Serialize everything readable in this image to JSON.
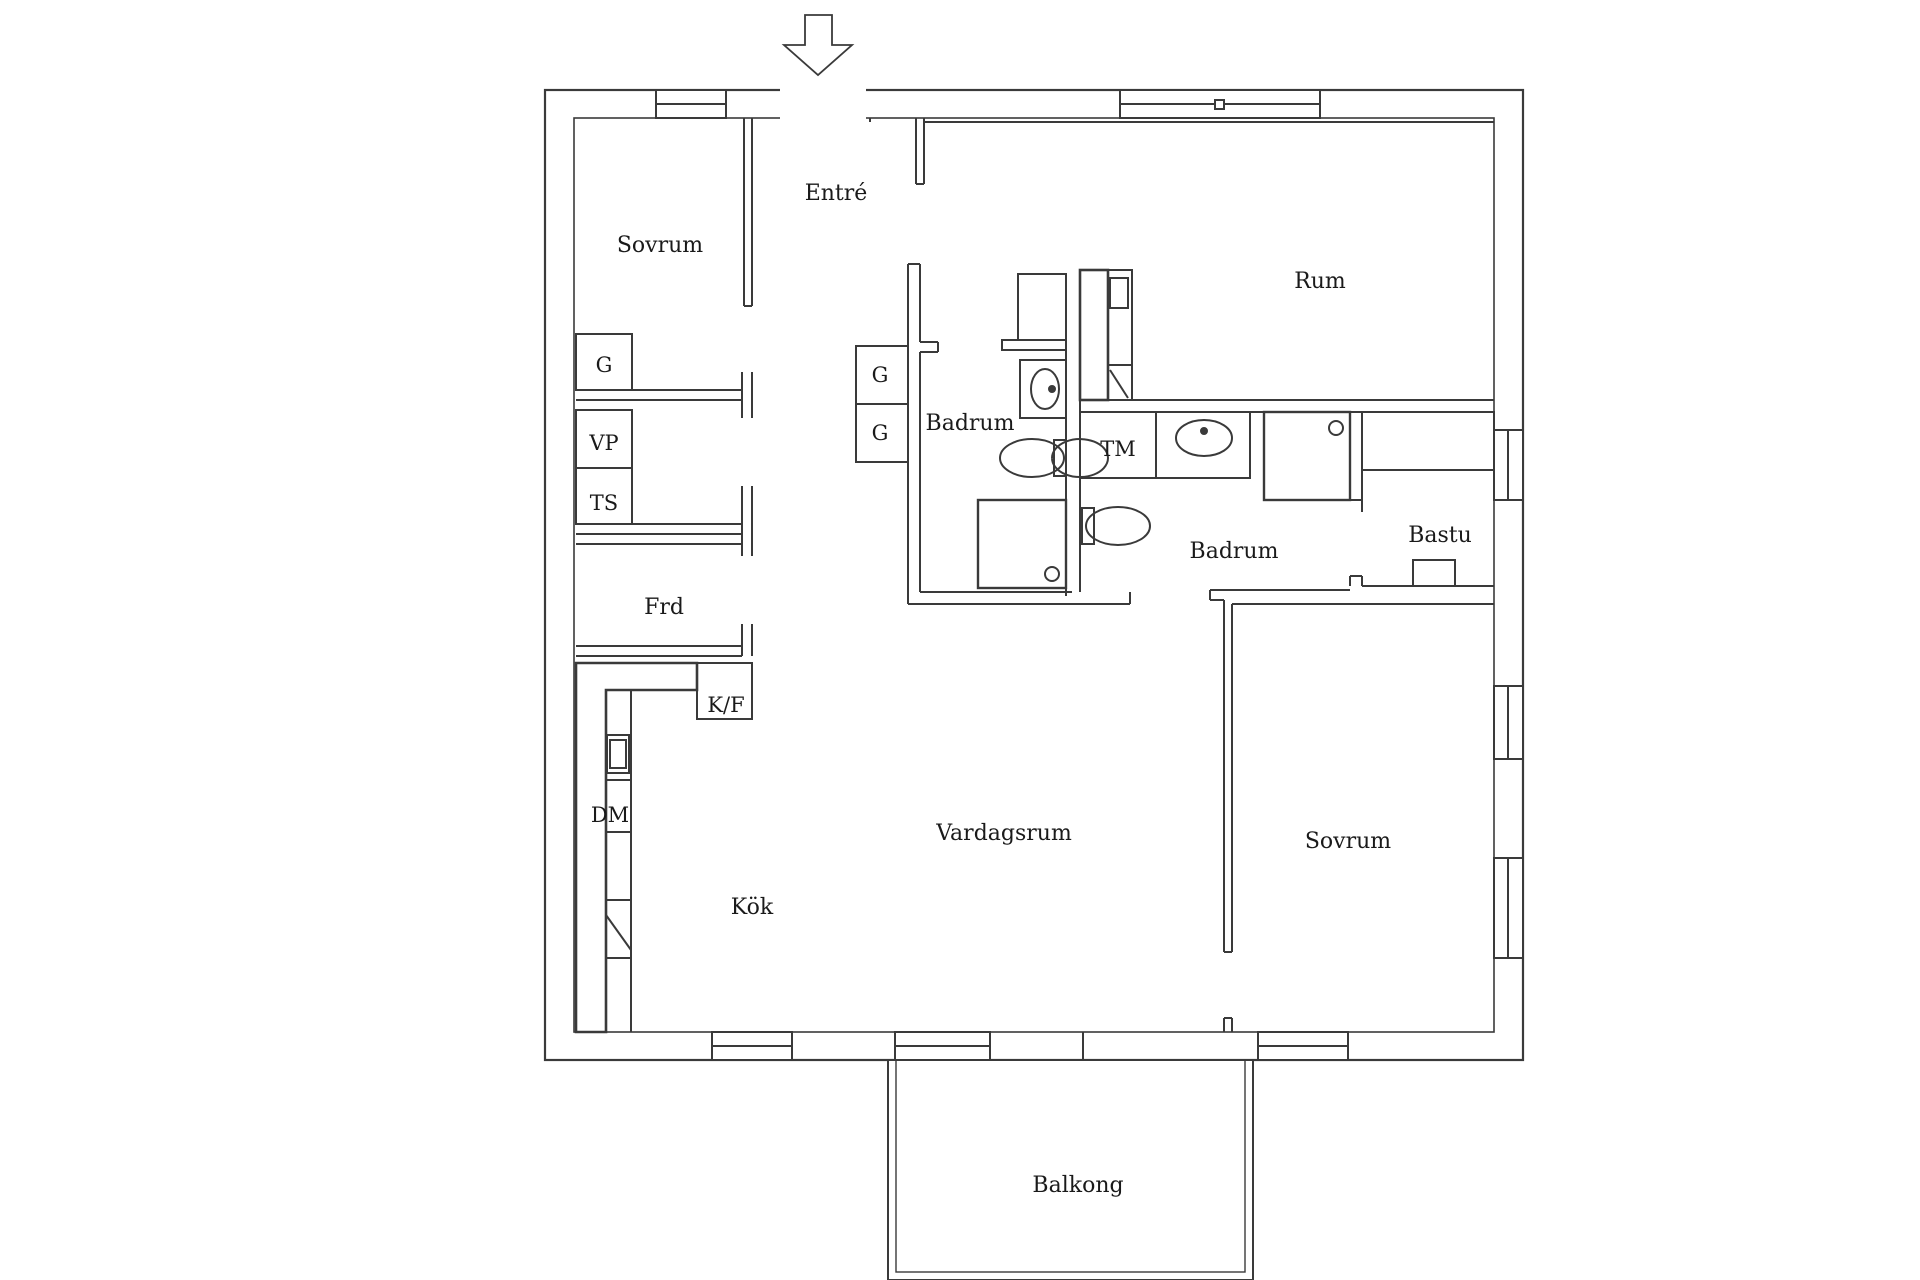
{
  "colors": {
    "line": "#3a3a3a",
    "background": "#ffffff"
  },
  "icons": {
    "entrance_arrow": "arrow-down-icon"
  },
  "rooms": {
    "entre": "Entré",
    "sovrum_top": "Sovrum",
    "rum": "Rum",
    "badrum_left": "Badrum",
    "badrum_right": "Badrum",
    "bastu": "Bastu",
    "frd": "Frd",
    "vardagsrum": "Vardagsrum",
    "kok": "Kök",
    "sovrum_right": "Sovrum",
    "balkong": "Balkong"
  },
  "fixtures": {
    "g_sovrum": "G",
    "g_hall_1": "G",
    "g_hall_2": "G",
    "vp": "VP",
    "ts": "TS",
    "tm": "TM",
    "kf": "K/F",
    "dm": "DM"
  }
}
